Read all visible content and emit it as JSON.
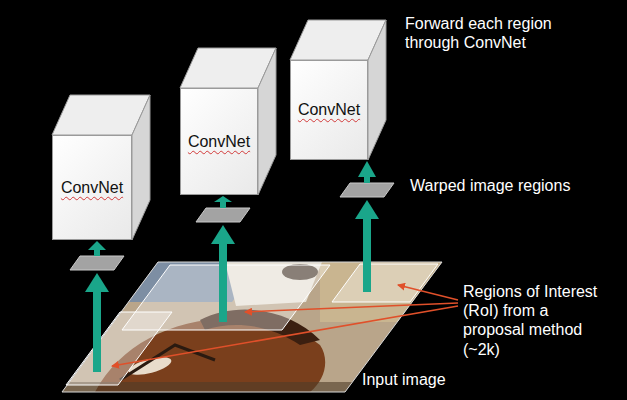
{
  "diagram": {
    "nodes": [
      {
        "text": [
          "ConvNet"
        ]
      },
      {
        "text": [
          "ConvNet"
        ]
      },
      {
        "text": [
          "ConvNet"
        ]
      }
    ],
    "labels": [
      "Forward each region through ConvNet",
      "Warped image regions",
      "Regions of Interest (RoI) from a proposal method (~2k)",
      "Input image"
    ]
  }
}
